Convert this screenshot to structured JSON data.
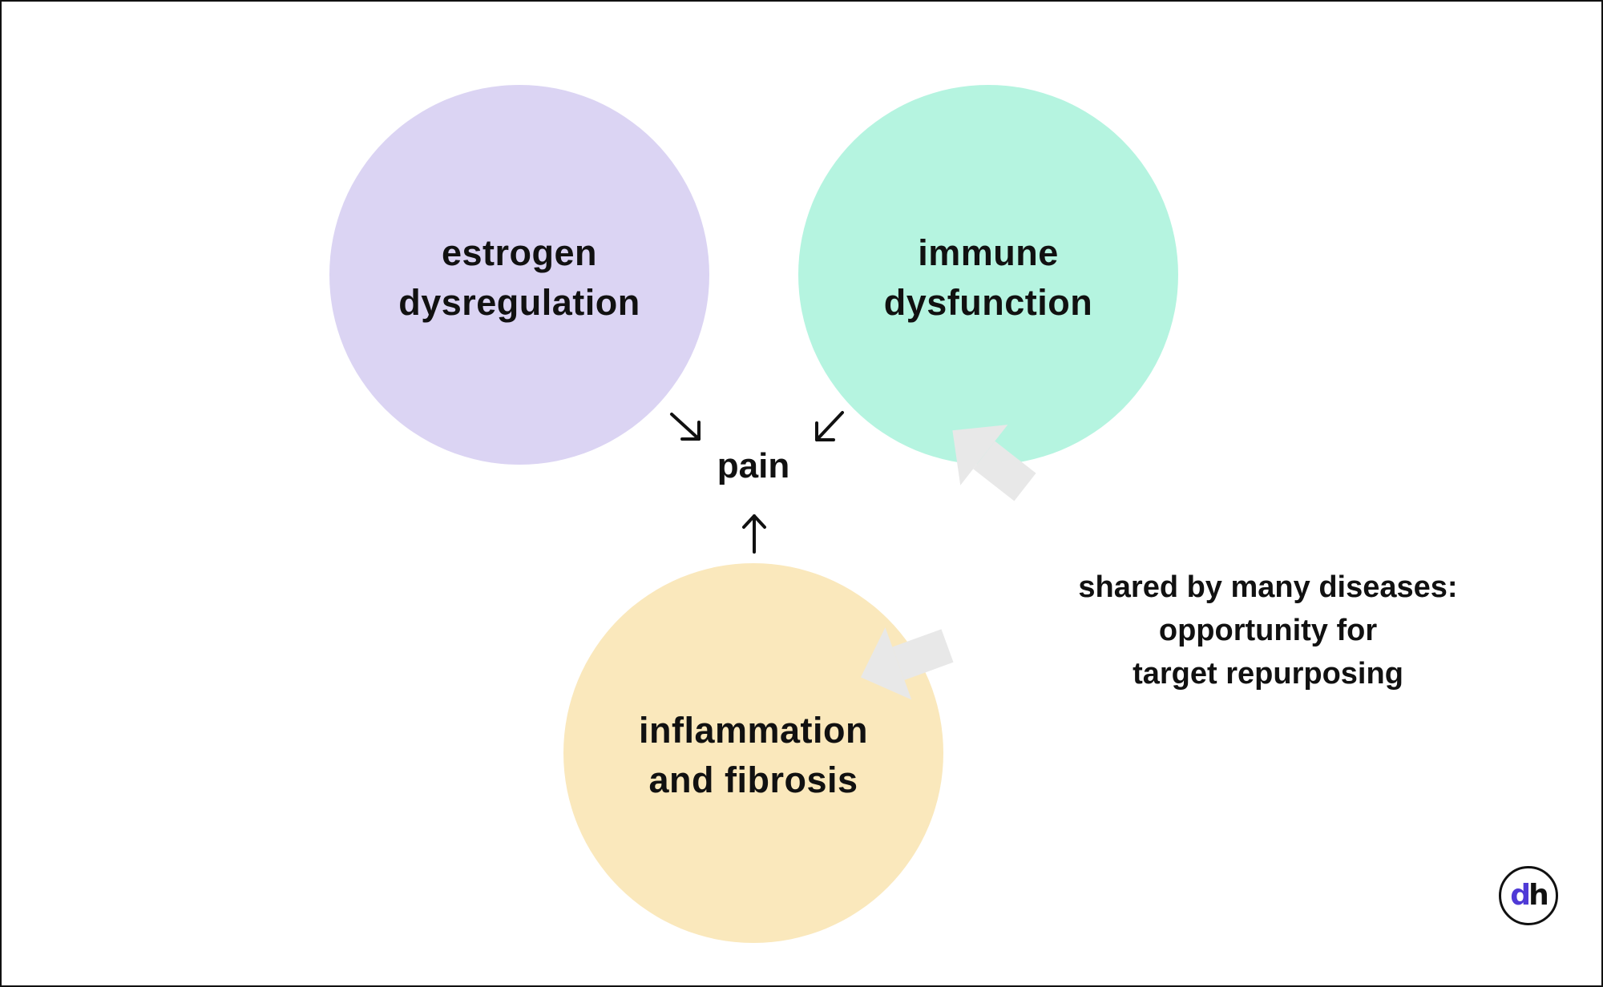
{
  "diagram": {
    "nodes": {
      "estrogen": {
        "lines": [
          "estrogen",
          "dysregulation"
        ],
        "color": "#dbd4f3"
      },
      "immune": {
        "lines": [
          "immune",
          "dysfunction"
        ],
        "color": "#b5f4e0"
      },
      "inflammation": {
        "lines": [
          "inflammation",
          "and fibrosis"
        ],
        "color": "#fae8bc"
      }
    },
    "center": {
      "label": "pain"
    },
    "note": {
      "lines": [
        "shared by many diseases:",
        "opportunity for",
        "target repurposing"
      ],
      "arrow_color": "#e8e8e8"
    },
    "edges": [
      {
        "from": "estrogen",
        "to": "pain"
      },
      {
        "from": "immune",
        "to": "pain"
      },
      {
        "from": "inflammation",
        "to": "pain"
      }
    ],
    "logo": {
      "letters": [
        "d",
        "h"
      ],
      "accent_color": "#4f3ad6"
    }
  }
}
